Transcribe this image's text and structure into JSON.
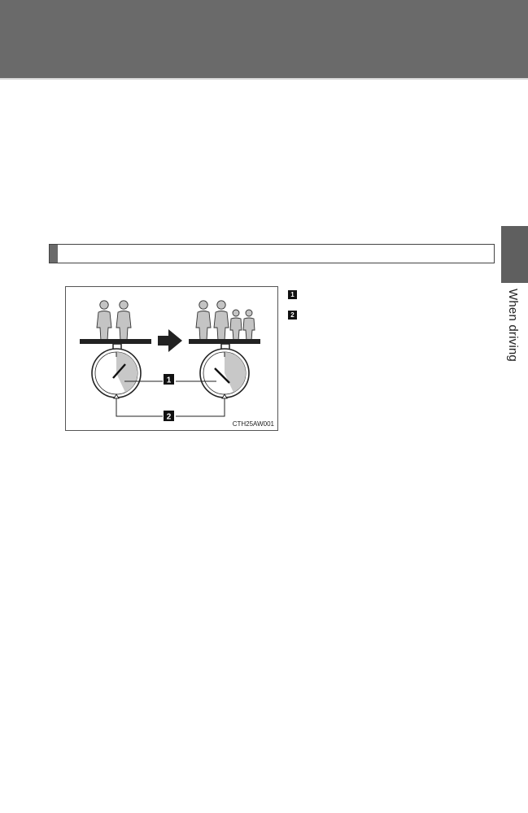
{
  "header": {
    "color": "#6a6a6a"
  },
  "section": {
    "title": ""
  },
  "side_tab": {
    "label": "When driving"
  },
  "figure": {
    "code": "CTH25AW001",
    "callouts": {
      "c1": "1",
      "c2": "2"
    }
  },
  "legend": [
    {
      "badge": "1",
      "text": ""
    },
    {
      "badge": "2",
      "text": ""
    }
  ]
}
